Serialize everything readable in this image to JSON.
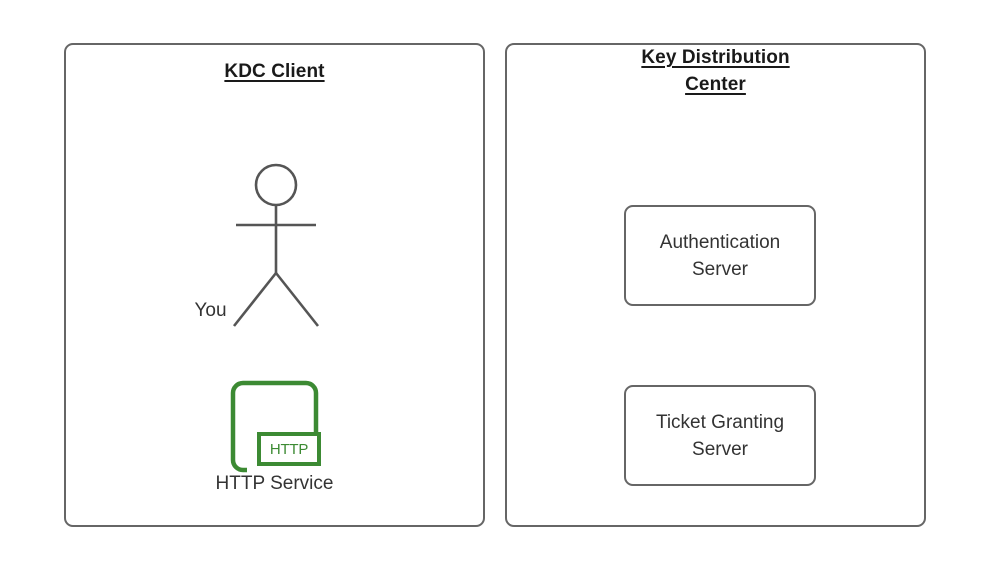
{
  "diagram": {
    "type": "architecture-diagram",
    "background_color": "#ffffff",
    "stroke_color": "#666666",
    "text_color": "#333333",
    "accent_color": "#3c8a33"
  },
  "panels": [
    {
      "id": "kdc-client",
      "title": "KDC Client",
      "title_style": "bold-underline"
    },
    {
      "id": "key-distribution-center",
      "title_line1": "Key Distribution",
      "title_line2": "Center",
      "title_full": "Key Distribution Center",
      "title_style": "bold-underline"
    }
  ],
  "client": {
    "actor": {
      "icon": "stick-figure-icon",
      "label": "You"
    },
    "service": {
      "icon": "http-service-icon",
      "badge": "HTTP",
      "label": "HTTP Service",
      "color": "#3c8a33"
    }
  },
  "kdc": {
    "servers": [
      {
        "line1": "Authentication",
        "line2": "Server",
        "name": "Authentication Server"
      },
      {
        "line1": "Ticket Granting",
        "line2": "Server",
        "name": "Ticket Granting Server"
      }
    ]
  }
}
